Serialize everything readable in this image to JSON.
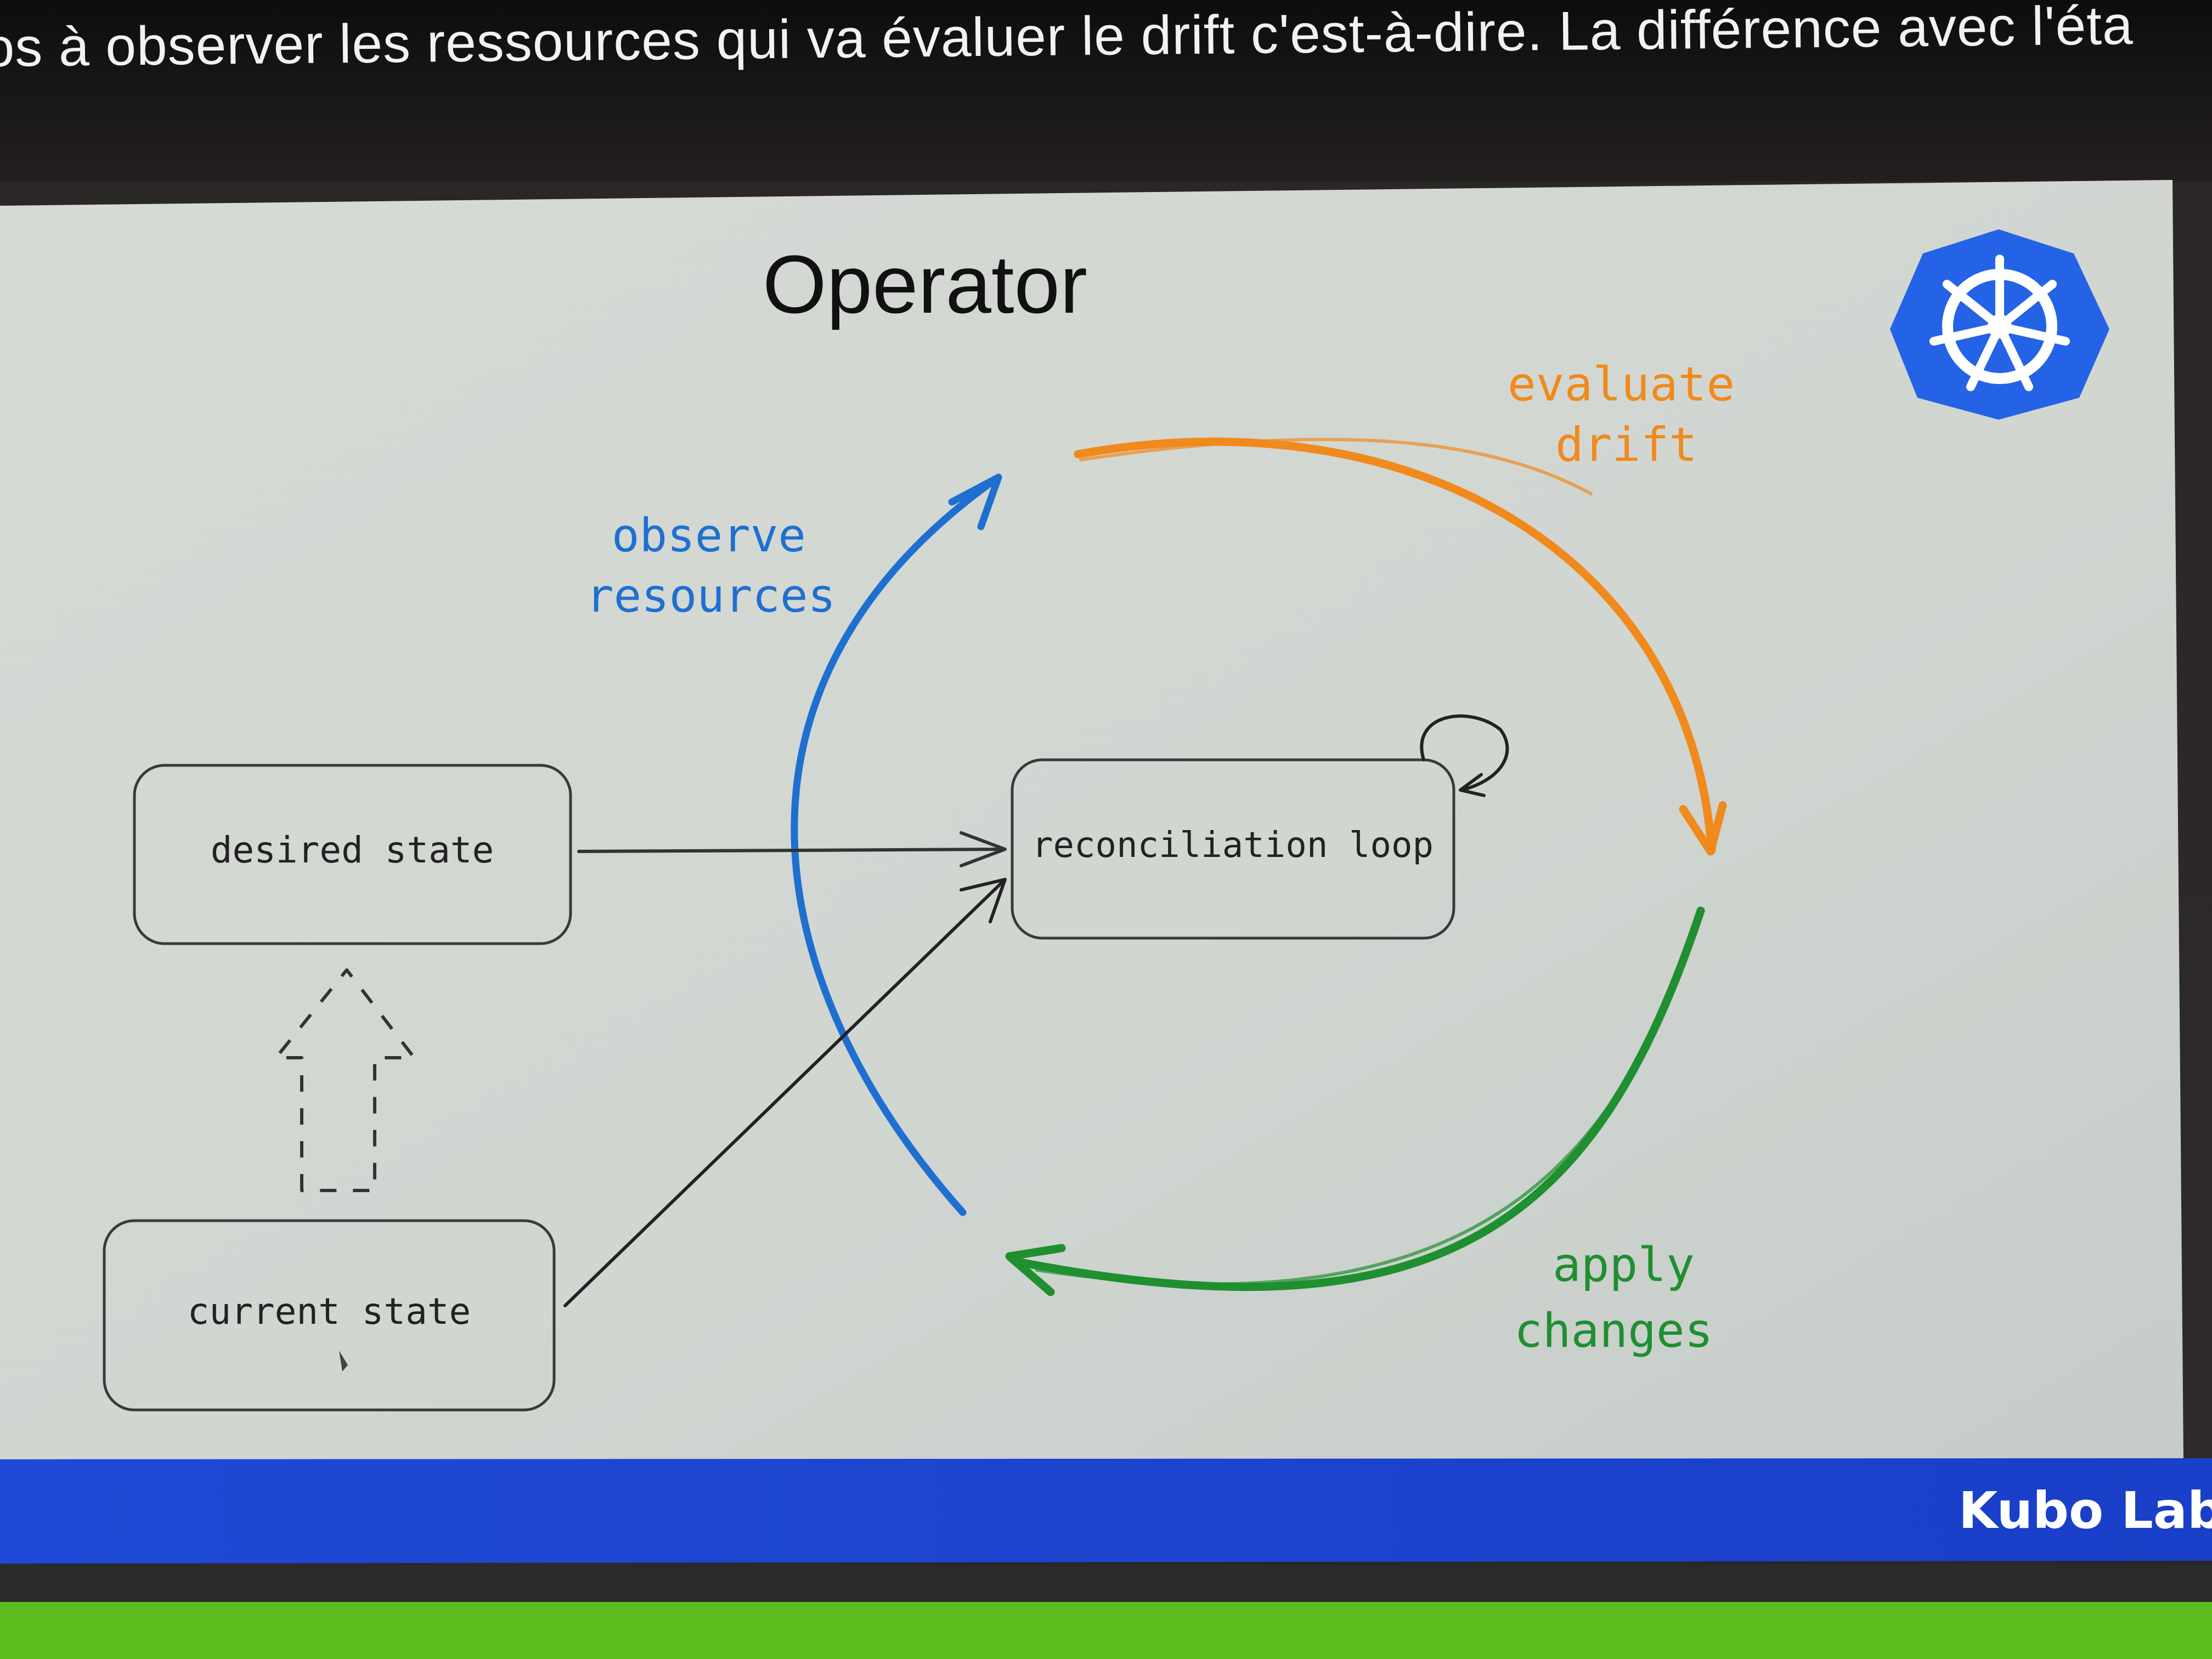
{
  "subtitle": "os à observer les ressources qui va évaluer le drift c'est-à-dire. La différence avec l'éta",
  "slide": {
    "title": "Operator",
    "labels": {
      "observe": [
        "observe",
        "resources"
      ],
      "evaluate": [
        "evaluate",
        "drift"
      ],
      "apply": [
        "apply",
        "changes"
      ]
    },
    "boxes": {
      "desired": "desired state",
      "current": "current state",
      "reconciliation": "reconciliation loop"
    },
    "logo_icon": "kubernetes-helm-wheel-icon",
    "footer_brand": "Kubo Labs"
  },
  "colors": {
    "slide_background": "#d3d7d2",
    "footer_bar": "#1e46d8",
    "green_strip": "#5dc01c",
    "observe_blue": "#1f6fd0",
    "evaluate_orange": "#f08a1c",
    "apply_green": "#1f8f30",
    "logo_blue": "#2463e6",
    "ink": "#222222"
  }
}
